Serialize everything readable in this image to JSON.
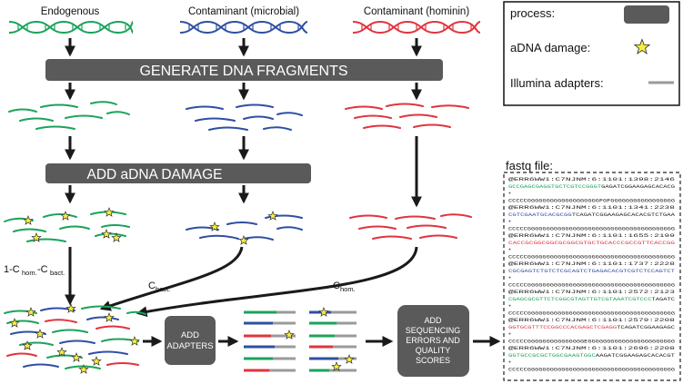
{
  "sources": [
    {
      "label": "Endogenous",
      "color": "#1aa35a"
    },
    {
      "label": "Contaminant (microbial)",
      "color": "#2e4fa3"
    },
    {
      "label": "Contaminant (hominin)",
      "color": "#e0343e"
    }
  ],
  "steps": {
    "generate": "GENERATE DNA FRAGMENTS",
    "damage": "ADD aDNA DAMAGE",
    "adapters": [
      "ADD",
      "ADAPTERS"
    ],
    "errors": [
      "ADD",
      "SEQUENCING",
      "ERRORS AND",
      "QUALITY",
      "SCORES"
    ]
  },
  "mixing": {
    "endo_main": "1-C",
    "endo_sub1": "hom.",
    "endo_mid": "-C",
    "endo_sub2": "bact.",
    "bact_main": "C",
    "bact_sub": "bact.",
    "hom_main": "C",
    "hom_sub": "hom."
  },
  "legend": {
    "process": "process:",
    "damage": "aDNA damage:",
    "adapters": "Illumina adapters:"
  },
  "fastq": {
    "title": "fastq file:",
    "lines": [
      {
        "t": "@ERR6WW1:C7NJNM:6:1101:1398:2146",
        "c": "h"
      },
      {
        "t": "GCCGAGCGAGGTGCTCGTCCGGGTGAGATCGGAAGAGCACACG",
        "c": "g",
        "n": 24
      },
      {
        "t": "+",
        "c": "h"
      },
      {
        "t": "CCCCCGGGGGGGGGGGGGGGGGGGFGFGGGGGGGGGGGGGGGGG",
        "c": "k"
      },
      {
        "t": "@ERR6WW1:C7NJNM:6:1101:1341:2238",
        "c": "h"
      },
      {
        "t": "CGTCGAATGCACGCGGTCAGATCGGAAGAGCACACGTCTGAA",
        "c": "b",
        "n": 16
      },
      {
        "t": "+",
        "c": "h"
      },
      {
        "t": "CCCCCGGGGGGGGGGGGGGGGGGGGGGGGGGGGGGGGGGGGGGG",
        "c": "k"
      },
      {
        "t": "@ERR6WW1:C7NJNM:6:1101:1655:2199",
        "c": "h"
      },
      {
        "t": "CACCGCGGCGGCGCGGCGTGCTGCACCCGCCGTTCACCGG",
        "c": "r",
        "n": 40
      },
      {
        "t": "+",
        "c": "h"
      },
      {
        "t": "CCCCCGGGGGGGGGGGGGGGGGGGGGGGGGGGGGGGGGGGGGGG",
        "c": "k"
      },
      {
        "t": "@ERR6WW1:C7NJNM:6:1101:1737:2228",
        "c": "h"
      },
      {
        "t": "CGCGAGTCTGTCTCGCAGTCTGAGACACGTCGTCTCCAGTCT",
        "c": "b",
        "n": 42
      },
      {
        "t": "+",
        "c": "h"
      },
      {
        "t": "CCCCCGGGGGGGGGGGGGGGGGGGGGGGGGGGGGGGGGGGGGGG",
        "c": "k"
      },
      {
        "t": "@ERR6WW1:C7NJNM:6:1101:2572:2123",
        "c": "h"
      },
      {
        "t": "CGAGCGCGTTCTCGGCGTAGTTGTCGTAAATCGTCCCTAGATC",
        "c": "g",
        "n": 37
      },
      {
        "t": "+",
        "c": "h"
      },
      {
        "t": "CCCCCGGGGGGGGGGGGGGGGGGGGGGGGGGGGGGGGGGGGGGG",
        "c": "k"
      },
      {
        "t": "@ERR6WW1:C7NJNM:6:1101:2579:2208",
        "c": "h"
      },
      {
        "t": "GGTGCGTTTCCGGCCCACGAGCTCGAGGTCAGATCGGAAGAGC",
        "c": "r",
        "n": 28
      },
      {
        "t": "+",
        "c": "h"
      },
      {
        "t": "CCCCCGGGGGGGGGGGGGGGEGGGGGGGGGGGGGGGGGGGGGGG",
        "c": "k"
      },
      {
        "t": "@ERR6WW1:C7NJNM:6:1101:2696:2208",
        "c": "h"
      },
      {
        "t": "GGTGCCGCGCTGGCGAAGTGGCAAGATCGGAAGAGCACACGT",
        "c": "g",
        "n": 22
      },
      {
        "t": "+",
        "c": "h"
      },
      {
        "t": "CCCCCGGGGGGGGGGGGGGGGGGGGGGGGGGGGGGGGGGGGGGG",
        "c": "k"
      }
    ]
  },
  "colors": {
    "endogenous": "#1aa35a",
    "microbial": "#2e4fa3",
    "hominin": "#e0343e",
    "process_box": "#5a5a5a",
    "arrow": "#1a1a1a",
    "star": "#f5ef3a",
    "adapter": "#9a9a9a"
  }
}
